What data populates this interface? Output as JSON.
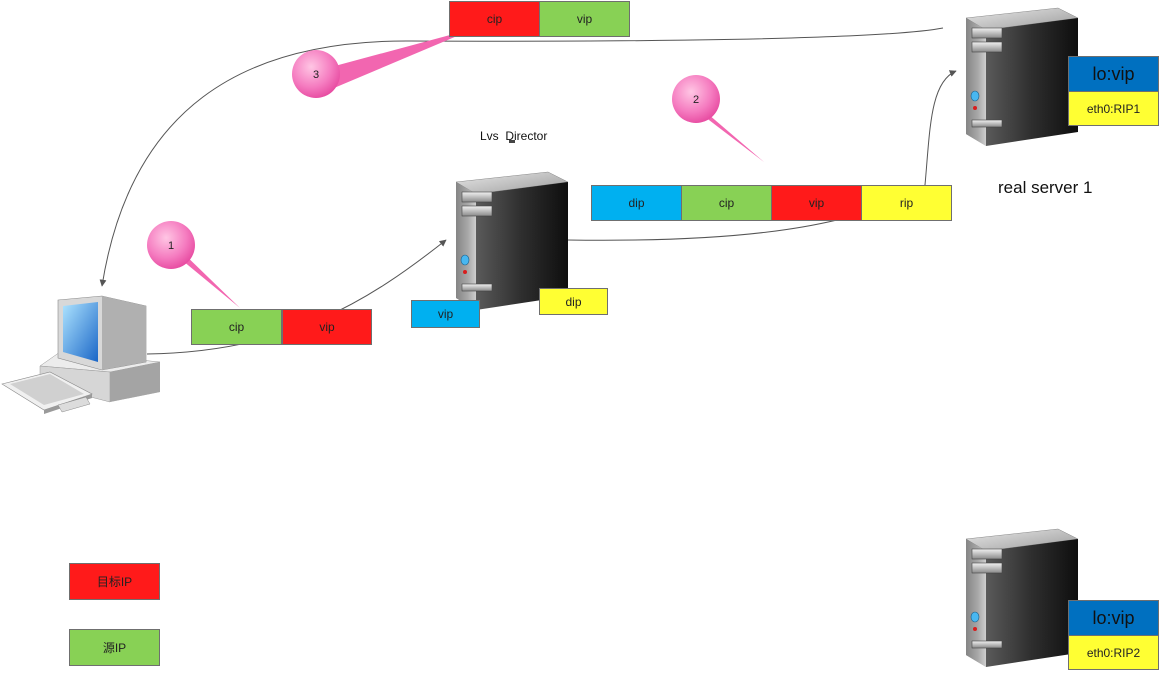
{
  "colors": {
    "red": "#ff1a1a",
    "green": "#88d155",
    "blue": "#00b0f0",
    "yellow": "#ffff33",
    "darkblue": "#0070c0",
    "bubble": "#f266b0",
    "line": "#555555"
  },
  "director": {
    "title": "Lvs  Director",
    "vip": "vip",
    "dip": "dip"
  },
  "packets": {
    "p1": [
      "cip",
      "vip"
    ],
    "p2": [
      "dip",
      "cip",
      "vip",
      "rip"
    ],
    "p3": [
      "cip",
      "vip"
    ]
  },
  "bubbles": {
    "b1": "1",
    "b2": "2",
    "b3": "3"
  },
  "rs1": {
    "label": "real server 1",
    "lo": "lo:vip",
    "eth": "eth0:RIP1"
  },
  "rs2": {
    "lo": "lo:vip",
    "eth": "eth0:RIP2"
  },
  "legend": {
    "dest": "目标IP",
    "src": "源IP"
  },
  "icons": {
    "client": "desktop-computer-icon",
    "server": "tower-server-icon"
  }
}
